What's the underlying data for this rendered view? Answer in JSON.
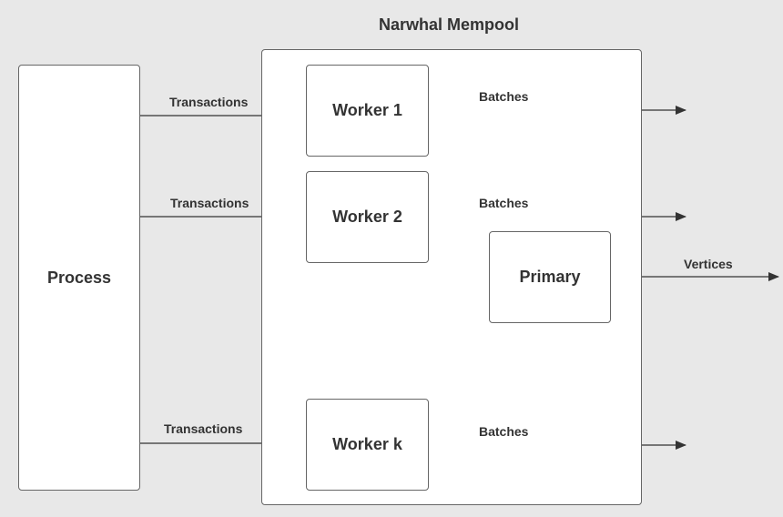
{
  "title": "Narwhal Mempool",
  "process": {
    "label": "Process"
  },
  "workers": [
    {
      "label": "Worker 1",
      "input_label": "Transactions",
      "output_label": "Batches"
    },
    {
      "label": "Worker 2",
      "input_label": "Transactions",
      "output_label": "Batches"
    },
    {
      "label": "Worker k",
      "input_label": "Transactions",
      "output_label": "Batches"
    }
  ],
  "primary": {
    "label": "Primary",
    "output_label": "Vertices"
  }
}
